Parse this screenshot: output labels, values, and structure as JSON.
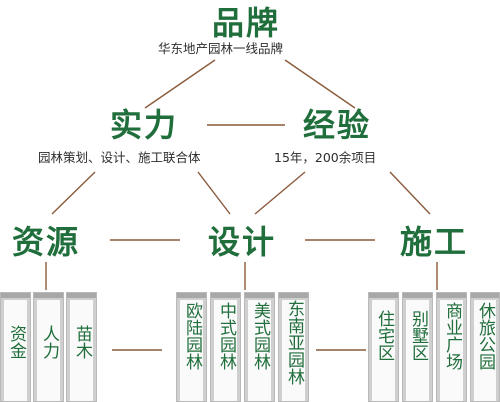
{
  "top": {
    "title": "品牌",
    "subtitle": "华东地产园林一线品牌"
  },
  "strength": {
    "title": "实力",
    "subtitle": "园林策划、设计、施工联合体"
  },
  "experience": {
    "title": "经验",
    "subtitle": "15年，200余项目"
  },
  "resources": {
    "title": "资源",
    "items": [
      "资金",
      "人力",
      "苗木"
    ]
  },
  "design": {
    "title": "设计",
    "items": [
      "欧陆园林",
      "中式园林",
      "美式园林",
      "东南亚园林"
    ]
  },
  "construction": {
    "title": "施工",
    "items": [
      "住宅区",
      "别墅区",
      "商业广场",
      "休旅公园"
    ]
  },
  "colors": {
    "accent": "#1f6e3b",
    "line": "#8a5a3c",
    "card_bg": "#cfcfcf"
  }
}
